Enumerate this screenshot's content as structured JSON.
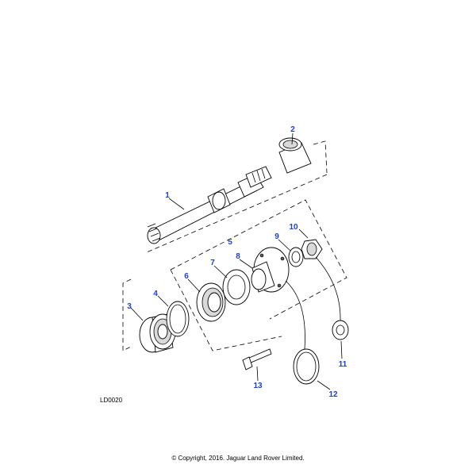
{
  "diagram": {
    "reference": "LD0020",
    "callouts": [
      "1",
      "2",
      "3",
      "4",
      "5",
      "6",
      "7",
      "8",
      "9",
      "10",
      "11",
      "12",
      "13"
    ],
    "callout_color": "#1a3fd6"
  },
  "footer": {
    "copyright": "© Copyright, 2016. Jaguar Land Rover Limited."
  }
}
